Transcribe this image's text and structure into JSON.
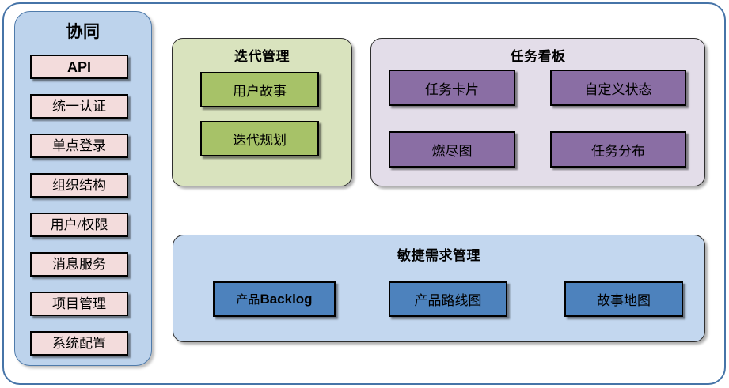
{
  "diagram": {
    "frame_color": "#4674a8",
    "background": "#ffffff"
  },
  "sidebar": {
    "title": "协同",
    "panel_color": "#bdd3ec",
    "item_color": "#f3dcdc",
    "items": [
      {
        "label": "API",
        "style": "bold-sans"
      },
      {
        "label": "统一认证",
        "style": "serif"
      },
      {
        "label": "单点登录",
        "style": "serif"
      },
      {
        "label": "组织结构",
        "style": "serif"
      },
      {
        "label": "用户/权限",
        "style": "serif-mixed"
      },
      {
        "label": "消息服务",
        "style": "serif"
      },
      {
        "label": "项目管理",
        "style": "serif"
      },
      {
        "label": "系统配置",
        "style": "serif"
      }
    ]
  },
  "iteration": {
    "title": "迭代管理",
    "panel_color": "#d9e3be",
    "box_color": "#a7c268",
    "boxes": [
      {
        "label": "用户故事"
      },
      {
        "label": "迭代规划"
      }
    ]
  },
  "taskboard": {
    "title": "任务看板",
    "panel_color": "#e3dde9",
    "box_color": "#8a6ea4",
    "boxes": [
      {
        "label": "任务卡片"
      },
      {
        "label": "自定义状态"
      },
      {
        "label": "燃尽图"
      },
      {
        "label": "任务分布"
      }
    ]
  },
  "agile": {
    "title": "敏捷需求管理",
    "panel_color": "#c3d7ef",
    "box_color": "#4d82bd",
    "boxes": [
      {
        "label_serif": "产品",
        "label_bold": "Backlog",
        "label": "产品Backlog"
      },
      {
        "label": "产品路线图"
      },
      {
        "label": "故事地图"
      }
    ]
  }
}
